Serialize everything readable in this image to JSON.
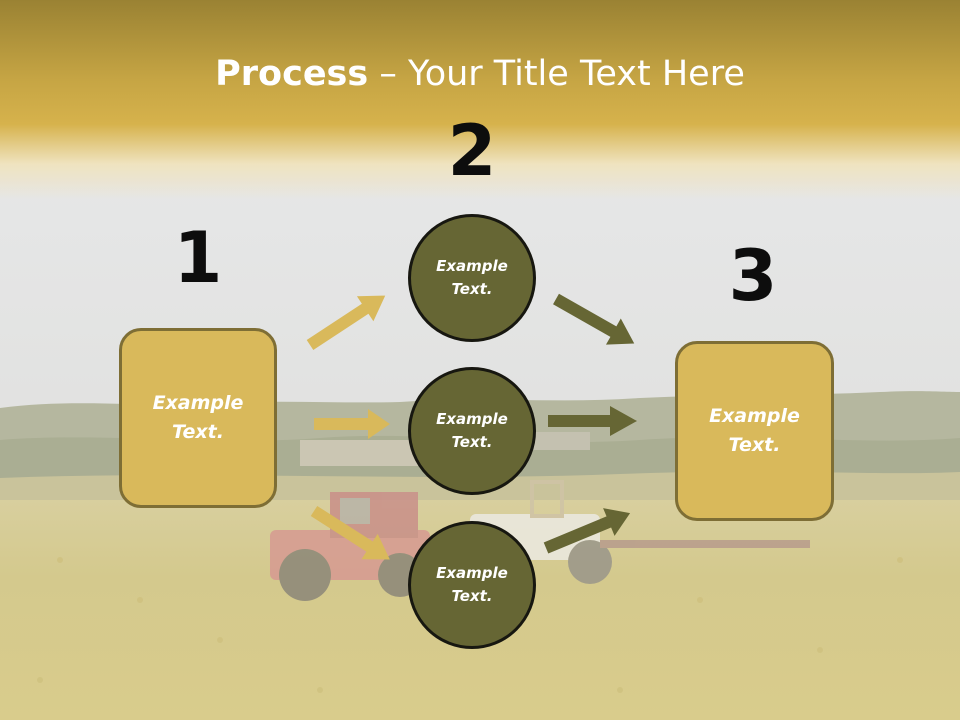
{
  "slide": {
    "title_strong": "Process",
    "title_rest": " – Your Title Text Here"
  },
  "steps": [
    {
      "number": "1",
      "text": "Example\nText."
    },
    {
      "number": "2",
      "items": [
        "Example\nText.",
        "Example\nText.",
        "Example\nText."
      ]
    },
    {
      "number": "3",
      "text": "Example\nText."
    }
  ],
  "colors": {
    "title_band": "#d6b24c",
    "box_fill": "#d9b95b",
    "box_border": "#7e6e35",
    "circle_fill": "#666634",
    "circle_border": "#171710",
    "arrow_light": "#d9b95b",
    "arrow_dark": "#666634",
    "number_text": "#0d0d0d",
    "label_text": "#ffffff"
  },
  "background": {
    "scene": "field-with-tractor-photo"
  }
}
